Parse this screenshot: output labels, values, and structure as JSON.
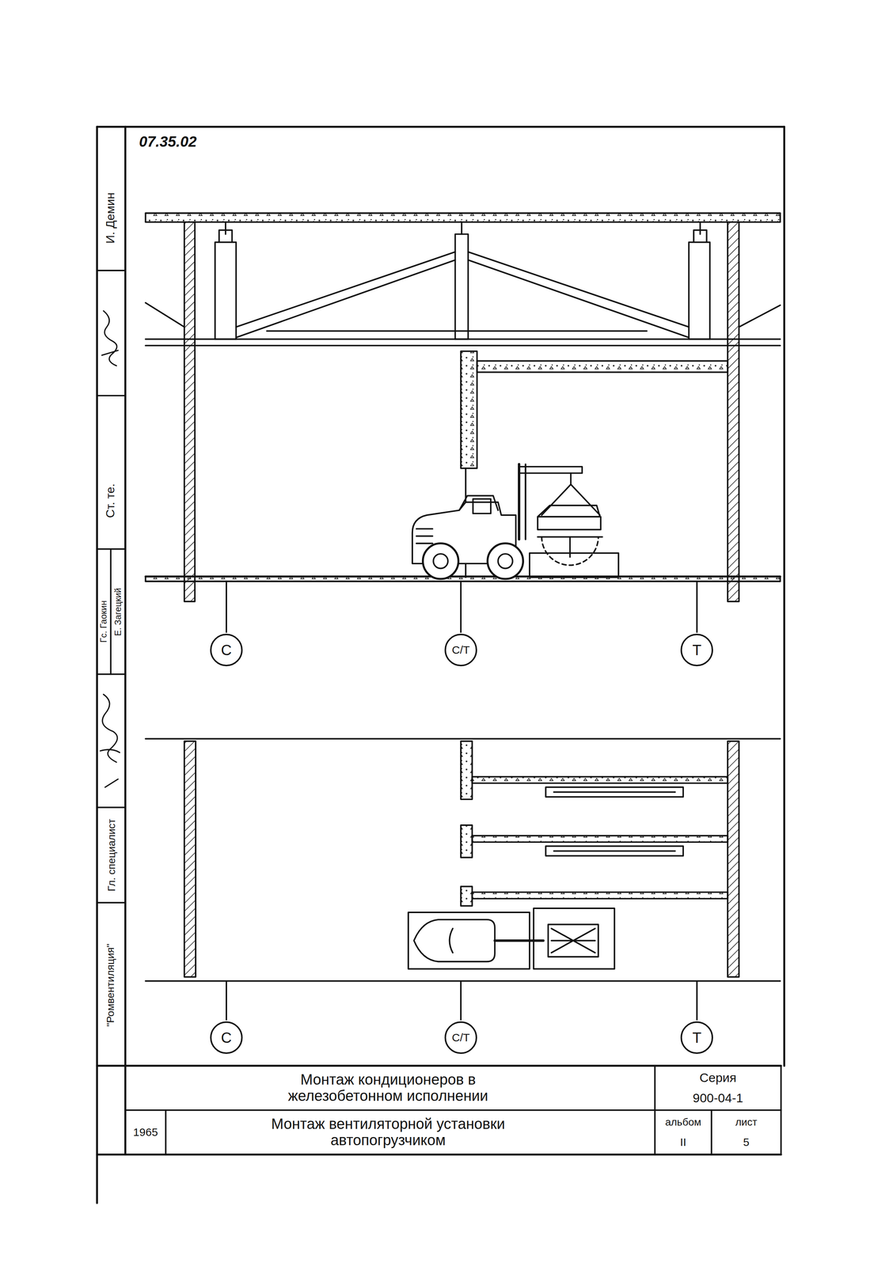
{
  "diagram": {
    "nodes": [
      {
        "text": [
          "С"
        ]
      },
      {
        "text": [
          "С/Т"
        ]
      },
      {
        "text": [
          "Т"
        ]
      },
      {
        "text": [
          "С"
        ]
      },
      {
        "text": [
          "С/Т"
        ]
      },
      {
        "text": [
          "Т"
        ]
      }
    ],
    "labels": [
      "07.35.02",
      "И. Демин",
      "Ст. те.",
      "Гс. Гаокин",
      "Е. Загецкий",
      "Гл. специалист",
      "\"Ромвентиляция\"",
      "Монтаж кондиционеров в железобетонном исполнении",
      "Серия",
      "900-04-1",
      "1965",
      "Монтаж вентиляторной установки автопогрузчиком",
      "альбом",
      "II",
      "лист",
      "5"
    ]
  }
}
